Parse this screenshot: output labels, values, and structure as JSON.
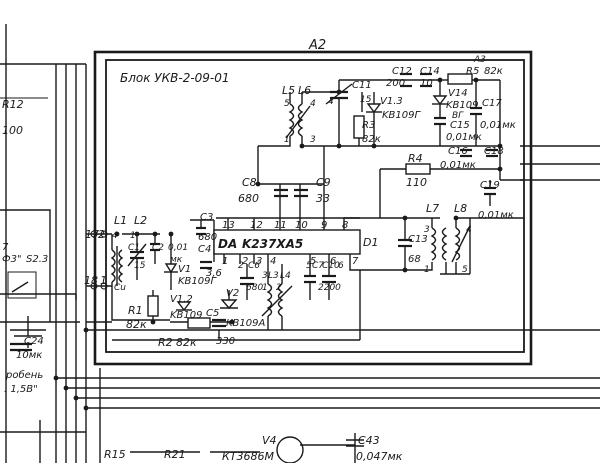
{
  "diagram": {
    "frame_label": "A2",
    "block_title": "Блок УКВ-2-09-01",
    "ic": {
      "ref": "DA",
      "part": "K237XA5",
      "aux": "D1"
    },
    "ic_pins_top": [
      "13",
      "12",
      "11",
      "10",
      "9",
      "8"
    ],
    "ic_pins_bottom": [
      "1",
      "2",
      "3",
      "4",
      "5",
      "6",
      "7"
    ],
    "connector_pins": [
      "17",
      "2",
      "18",
      "1"
    ],
    "components": {
      "r12": "R12",
      "r12_value": "100",
      "l1": "L1",
      "l2": "L2",
      "l1_pin4": "4",
      "l1_pin1": "1",
      "c1": "C1",
      "cu": "Cu",
      "n15": "15",
      "c2": "C2",
      "c2_value": "0,01",
      "mk": "мк",
      "vd1": "V1",
      "vd1_type": "KB109Г",
      "c3": "C3",
      "c3_value": "680",
      "c4": "C4",
      "c4_value": "3,6",
      "r1": "R1",
      "r1_value": "82к",
      "v12": "V1.2",
      "v12_type": "KB109",
      "c5": "C5",
      "c5_value": "330",
      "r2": "R2",
      "r2_value": "82к",
      "c6": "C6",
      "c6_num": "2",
      "c6_value": "680",
      "v2": "V2",
      "v2_type": "KB109A",
      "l3": "L3",
      "l4": "L4",
      "c7": "C7",
      "c7_num": "5",
      "c10": "C10",
      "c10_value": "2200",
      "n6": "6",
      "n3": "3",
      "n1": "1",
      "n2": "2",
      "c8": "C8",
      "c8_value": "680",
      "c9": "C9",
      "c9_value": "33",
      "l5": "L5",
      "l6": "L6",
      "l5_pin5": "5",
      "l6_pin4": "4",
      "l5_pin1": "1",
      "l6_pin3": "3",
      "c11": "C11",
      "c11_num": "4",
      "n15b": "15",
      "v13": "V1.3",
      "v13_type": "KB109Г",
      "r3": "R3",
      "r3_value": "82к",
      "c12": "C12",
      "c12_value": "200",
      "c14": "C14",
      "c14_value": "10",
      "r5": "R5",
      "r5_value": "82к",
      "a3": "A3",
      "v14": "V14",
      "v14_type": "KB109",
      "v14_suffix": "ВГ",
      "c15": "C15",
      "c15_value": "0,01мк",
      "c17": "C17",
      "c17_value": "0,01мк",
      "c16": "C16",
      "c16_value": "0,01мк",
      "c18": "C18",
      "r4": "R4",
      "r4_value": "110",
      "c19": "C19",
      "c19_value": "0,01мк",
      "c13": "C13",
      "c13_value": "68",
      "l7": "L7",
      "l8": "L8",
      "l7_pin3": "3",
      "l7_pin1": "1",
      "l8_pin4": "4",
      "l8_pin5": "5",
      "c24": "C24",
      "c24_value": "10мк",
      "r15": "R15",
      "r21": "R21",
      "v4": "V4",
      "v4_type": "КТ3686М",
      "c43": "C43",
      "c43_value": "0,047мк",
      "s23": "S2.3",
      "s23_prefix": "Ф3\"",
      "n7": "7",
      "left_text1": "робень",
      "left_text2": ". 1,5В\""
    }
  }
}
